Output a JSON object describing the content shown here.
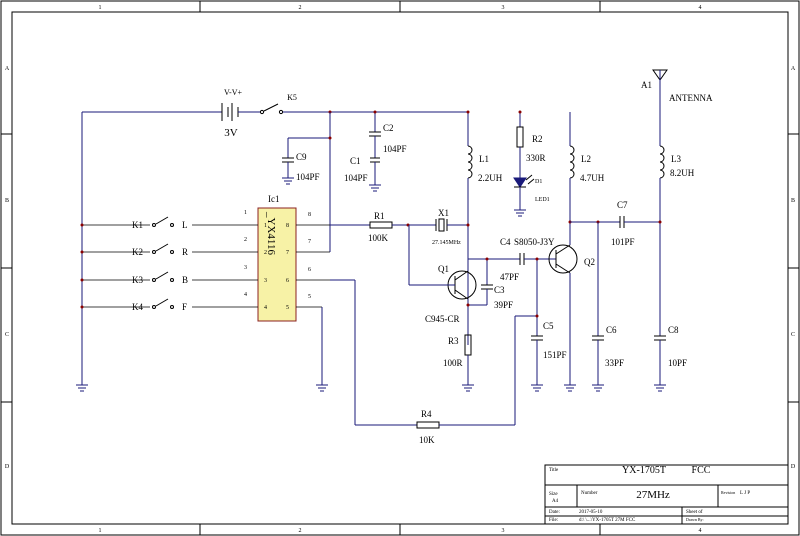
{
  "frame": {
    "columns": [
      "1",
      "2",
      "3",
      "4"
    ],
    "rows": [
      "A",
      "B",
      "C",
      "D"
    ]
  },
  "power": {
    "label": "V-V+",
    "value": "3V",
    "switch": "K5"
  },
  "antenna": {
    "ref": "A1",
    "label": "ANTENNA"
  },
  "ic": {
    "ref": "Ic1",
    "part": "_YX4116",
    "left_pins": [
      "1",
      "2",
      "3",
      "4"
    ],
    "right_pins": [
      "8",
      "7",
      "6",
      "5"
    ],
    "left_inner": [
      "1",
      "2",
      "3",
      "4"
    ],
    "right_inner": [
      "8",
      "7",
      "6",
      "5"
    ]
  },
  "switches": [
    {
      "ref": "K1",
      "label": "L"
    },
    {
      "ref": "K2",
      "label": "R"
    },
    {
      "ref": "K3",
      "label": "B"
    },
    {
      "ref": "K4",
      "label": "F"
    }
  ],
  "components": {
    "c1": {
      "ref": "C1",
      "value": "104PF"
    },
    "c2": {
      "ref": "C2",
      "value": "104PF"
    },
    "c9": {
      "ref": "C9",
      "value": "104PF"
    },
    "r1": {
      "ref": "R1",
      "value": "100K"
    },
    "x1": {
      "ref": "X1",
      "value": "27.145MHz"
    },
    "l1": {
      "ref": "L1",
      "value": "2.2UH"
    },
    "r2": {
      "ref": "R2",
      "value": "330R"
    },
    "d1": {
      "ref": "D1",
      "value": "LED1"
    },
    "l2": {
      "ref": "L2",
      "value": "4.7UH"
    },
    "l3": {
      "ref": "L3",
      "value": "8.2UH"
    },
    "c7": {
      "ref": "C7",
      "value": "101PF"
    },
    "c4": {
      "ref": "C4",
      "value": "47PF"
    },
    "q1": {
      "ref": "Q1",
      "value": "C945-CR"
    },
    "q2": {
      "ref": "Q2",
      "value": "S8050-J3Y"
    },
    "c3": {
      "ref": "C3",
      "value": "39PF"
    },
    "r3": {
      "ref": "R3",
      "value": "100R"
    },
    "c5": {
      "ref": "C5",
      "value": "151PF"
    },
    "c6": {
      "ref": "C6",
      "value": "33PF"
    },
    "c8": {
      "ref": "C8",
      "value": "10PF"
    },
    "r4": {
      "ref": "R4",
      "value": "10K"
    }
  },
  "title_block": {
    "title_label": "Title",
    "title_value": "YX-1705T",
    "title_value2": "FCC",
    "size_label": "Size",
    "size_value": "A4",
    "number_label": "Number",
    "number_value": "27MHz",
    "revision_label": "Revision",
    "revision_value": "L J P",
    "date_label": "Date:",
    "date_value": "2017-05-10",
    "sheet_label": "Sheet  of",
    "file_label": "File:",
    "file_value": "d:\\          \\...\\YX-1705T 27M FCC",
    "drawn_label": "Drawn By:"
  }
}
